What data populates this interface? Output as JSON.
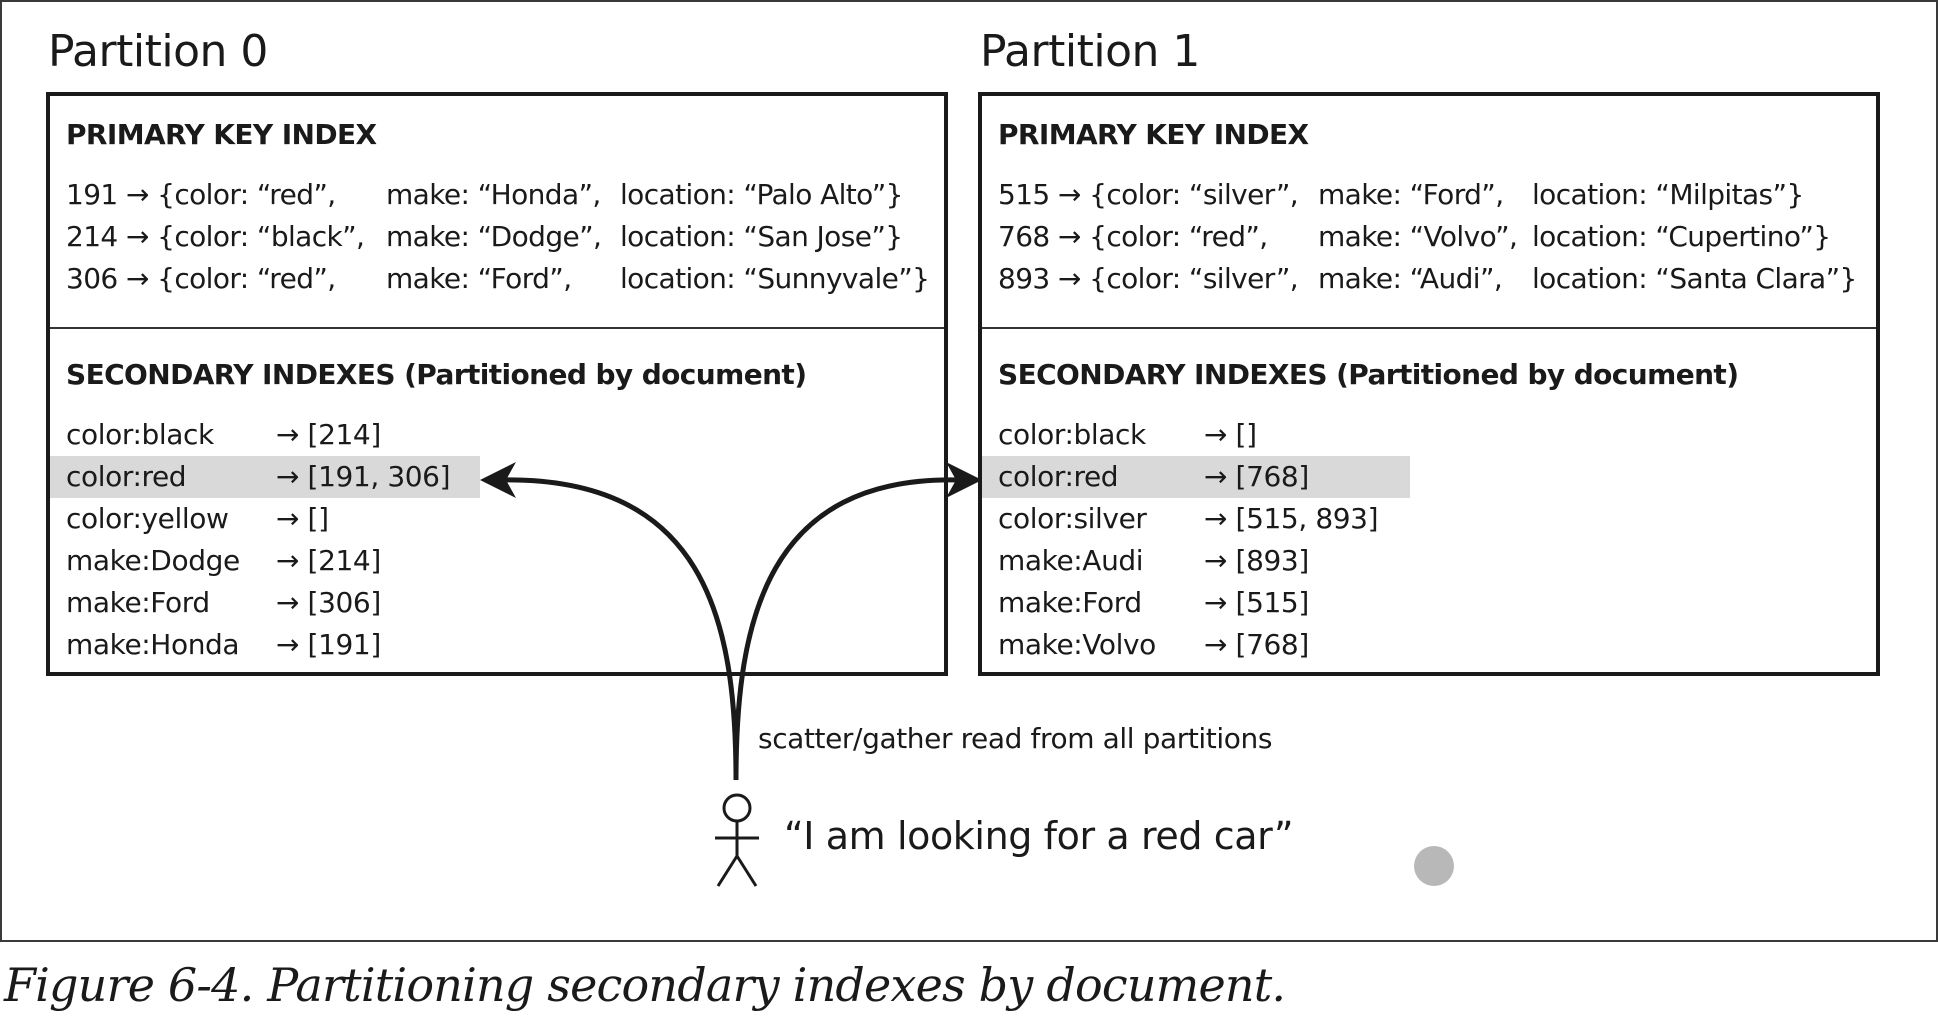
{
  "partitions": [
    {
      "title": "Partition 0",
      "primary_title": "PRIMARY KEY INDEX",
      "primary_rows": [
        {
          "id": "191 → {color: “red”,",
          "make": "make: “Honda”,",
          "location": "location: “Palo Alto”}"
        },
        {
          "id": "214 → {color: “black”,",
          "make": "make: “Dodge”,",
          "location": "location: “San Jose”}"
        },
        {
          "id": "306 → {color: “red”,",
          "make": "make: “Ford”,",
          "location": "location: “Sunnyvale”}"
        }
      ],
      "secondary_title": "SECONDARY INDEXES (Partitioned by document)",
      "secondary_rows": [
        {
          "key": "color:black",
          "value": "→ [214]",
          "highlighted": false
        },
        {
          "key": "color:red",
          "value": "→ [191, 306]",
          "highlighted": true
        },
        {
          "key": "color:yellow",
          "value": "→ []",
          "highlighted": false
        },
        {
          "key": "make:Dodge",
          "value": "→ [214]",
          "highlighted": false
        },
        {
          "key": "make:Ford",
          "value": "→ [306]",
          "highlighted": false
        },
        {
          "key": "make:Honda",
          "value": "→ [191]",
          "highlighted": false
        }
      ]
    },
    {
      "title": "Partition 1",
      "primary_title": "PRIMARY KEY INDEX",
      "primary_rows": [
        {
          "id": "515 → {color: “silver”,",
          "make": "make: “Ford”,",
          "location": "location: “Milpitas”}"
        },
        {
          "id": "768 → {color: “red”,",
          "make": "make: “Volvo”,",
          "location": "location: “Cupertino”}"
        },
        {
          "id": "893 → {color: “silver”,",
          "make": "make: “Audi”,",
          "location": "location: “Santa Clara”}"
        }
      ],
      "secondary_title": "SECONDARY INDEXES (Partitioned by document)",
      "secondary_rows": [
        {
          "key": "color:black",
          "value": "→ []",
          "highlighted": false
        },
        {
          "key": "color:red",
          "value": "→ [768]",
          "highlighted": true
        },
        {
          "key": "color:silver",
          "value": "→ [515, 893]",
          "highlighted": false
        },
        {
          "key": "make:Audi",
          "value": "→ [893]",
          "highlighted": false
        },
        {
          "key": "make:Ford",
          "value": "→ [515]",
          "highlighted": false
        },
        {
          "key": "make:Volvo",
          "value": "→ [768]",
          "highlighted": false
        }
      ]
    }
  ],
  "client": {
    "scatter_label": "scatter/gather read from all partitions",
    "quote": "“I am looking for a red car”"
  },
  "caption": "Figure 6-4. Partitioning secondary indexes by document.",
  "colors": {
    "highlight": "#d9d9d9",
    "stroke": "#1a1a1a",
    "marker_dot": "#b8b8b8"
  }
}
